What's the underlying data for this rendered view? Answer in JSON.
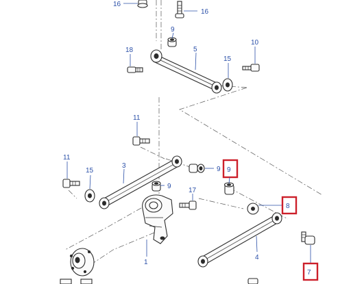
{
  "callouts": {
    "c16a": "16",
    "c16b": "16",
    "c9a": "9",
    "c18": "18",
    "c5": "5",
    "c15a": "15",
    "c10": "10",
    "c11a": "11",
    "c11b": "11",
    "c3": "3",
    "c15b": "15",
    "c9b": "9",
    "c9c": "9",
    "c9hl": "9",
    "c17": "17",
    "c8": "8",
    "c1": "1",
    "c4": "4",
    "c7": "7"
  },
  "colors": {
    "callout_text": "#2a4fa8",
    "highlight_box": "#cc1f2a",
    "line_art": "#2b2b2b"
  }
}
